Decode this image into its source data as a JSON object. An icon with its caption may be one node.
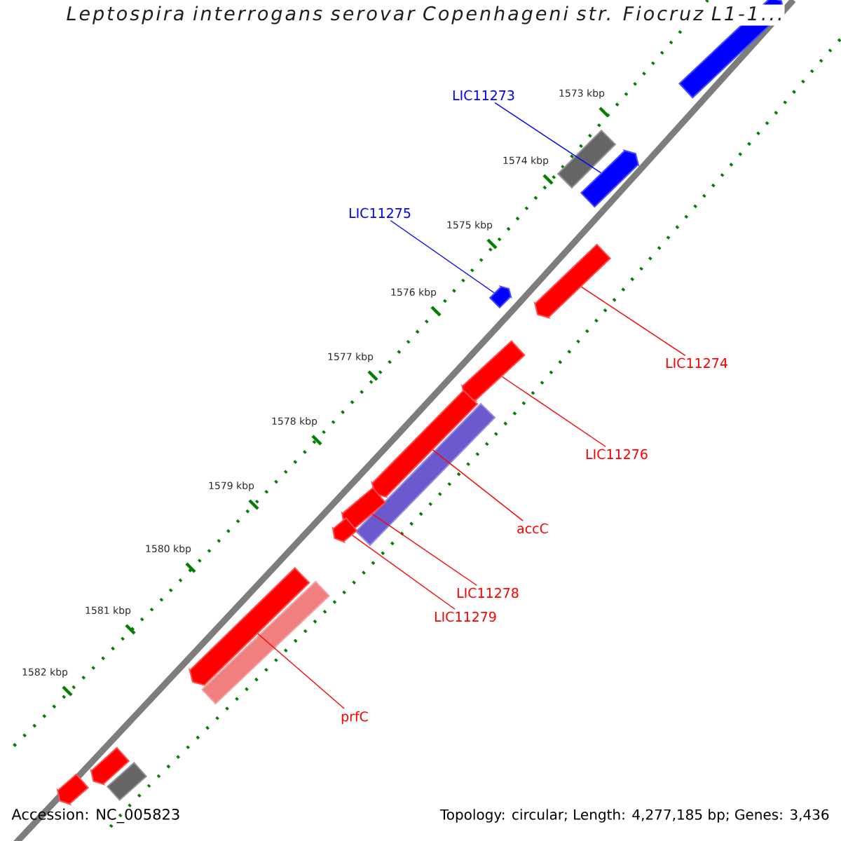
{
  "diagram": {
    "title": "Leptospira interrogans serovar Copenhageni str. Fiocruz L1-1...",
    "nodes": [
      {
        "text": [
          "LIC11273"
        ]
      },
      {
        "text": [],
        "shape": "pentagon"
      },
      {
        "text": [],
        "shape": "bar"
      },
      {
        "text": [],
        "shape": "pentagon"
      },
      {
        "text": [
          "LIC11275"
        ]
      },
      {
        "text": [],
        "shape": "pentagon"
      },
      {
        "text": [],
        "shape": "pentagon"
      },
      {
        "text": [
          "LIC11274"
        ]
      },
      {
        "text": [],
        "shape": "pentagon"
      },
      {
        "text": [],
        "shape": "pentagon"
      },
      {
        "text": [],
        "shape": "bar"
      },
      {
        "text": [
          "LIC11276"
        ]
      },
      {
        "text": [],
        "shape": "pentagon"
      },
      {
        "text": [],
        "shape": "pentagon"
      },
      {
        "text": [
          "accC"
        ]
      },
      {
        "text": [
          "LIC11278"
        ]
      },
      {
        "text": [
          "LIC11279"
        ]
      },
      {
        "text": [],
        "shape": "pentagon"
      },
      {
        "text": [],
        "shape": "bar"
      },
      {
        "text": [
          "prfC"
        ]
      },
      {
        "text": [],
        "shape": "pentagon"
      },
      {
        "text": [],
        "shape": "bar"
      },
      {
        "text": [],
        "shape": "pentagon"
      }
    ],
    "edges": [
      {
        "from": 0,
        "to": 3,
        "arrow": "none",
        "color": "#0000ff"
      },
      {
        "from": 4,
        "to": 6,
        "arrow": "none",
        "color": "#0000ff"
      },
      {
        "from": 7,
        "to": 5,
        "arrow": "none"
      },
      {
        "from": 11,
        "to": 8,
        "arrow": "none"
      },
      {
        "from": 14,
        "to": 9,
        "arrow": "none"
      },
      {
        "from": 15,
        "to": 12,
        "arrow": "none"
      },
      {
        "from": 16,
        "to": 13,
        "arrow": "none"
      },
      {
        "from": 19,
        "to": 17,
        "arrow": "none"
      }
    ],
    "labels": [
      "1573 kbp",
      "1574 kbp",
      "1575 kbp",
      "1576 kbp",
      "1577 kbp",
      "1578 kbp",
      "1579 kbp",
      "1580 kbp",
      "1581 kbp",
      "1582 kbp",
      "Accession: NC_005823",
      "Topology: circular; Length: 4,277,185 bp; Genes: 3,436"
    ]
  }
}
